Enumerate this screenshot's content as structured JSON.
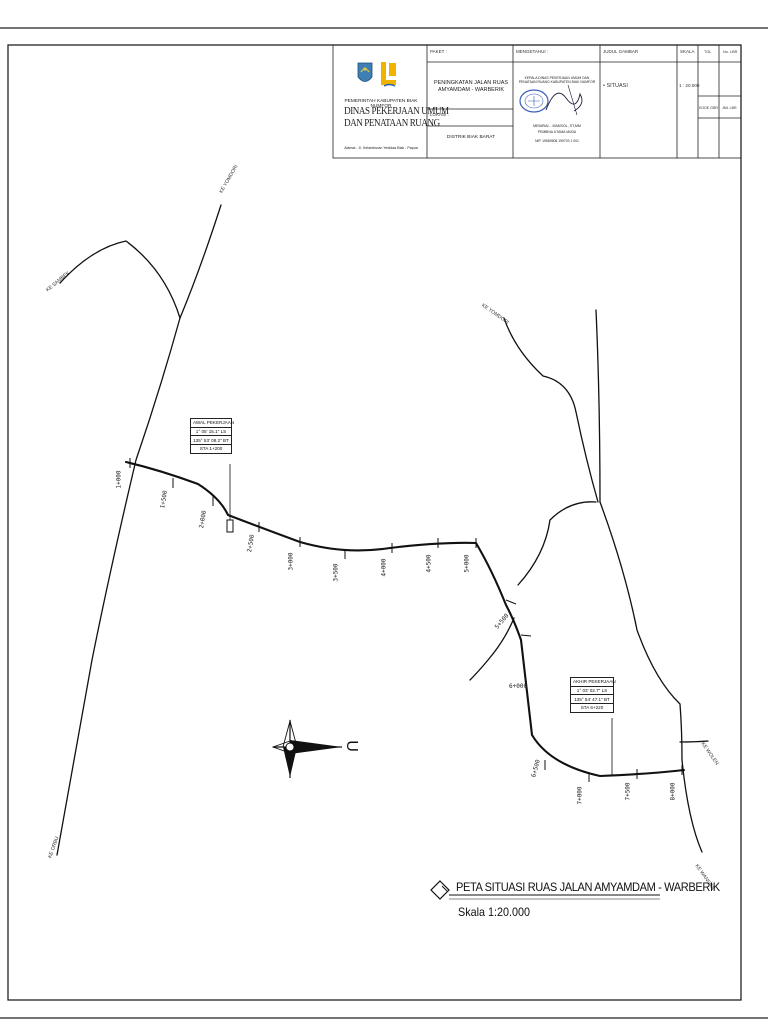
{
  "title_block": {
    "agency_line": "PEMERINTAH KABUPATEN BIAK NUMFOR",
    "department_line1": "DINAS PEKERJAAN UMUM",
    "department_line2": "DAN PENATAAN RUANG",
    "address": "Alamat : Jl. Kelamburan Yedidaa Biak - Papua",
    "paket_label": "PAKET :",
    "paket_value": "PENINGKATAN JALAN RUAS AMYAMDAM - WARBERIK",
    "lokasi_label": "LOKASI :",
    "lokasi_value": "DISTRIK BIAK BARAT",
    "mengetahui_label": "MENGETAHUI :",
    "mengetahui_text": "KEPALA DINAS PEKERJAAN UMUM DAN PENATAAN RUANG KABUPATEN BIAK NUMFOR",
    "signatory_name": "MEIMRAI... MANSOL, ST,MM",
    "signatory_rank": "PEMBINA UTAMA MUDA",
    "signatory_nip": "NIP. 19680508 199703 1 001",
    "judul_label": "JUDUL GAMBAR",
    "judul_value": "• SITUASI",
    "skala_label": "SKALA",
    "skala_value": "1 : 20.000",
    "tgl_label": "TGL",
    "no_lbr_label": "No. LBR",
    "kode_gbr_label": "KODE GBR",
    "jml_lbr_label": "JML LBR"
  },
  "annotations": {
    "awal": {
      "title": "AWAL PEKERJAAN",
      "lat": "1° 05' 15.1\" LS",
      "lon": "135° 53' 08.2\" BT",
      "sta": "STA 1+200"
    },
    "akhir": {
      "title": "AKHIR PEKERJAAN",
      "lat": "1° 03' 02.7\" LS",
      "lon": "135° 54' 47.1\" BT",
      "sta": "STA 6+220"
    }
  },
  "road_labels": {
    "ke_yomdori_top": "KE YOMDORI",
    "ke_sambek": "KE SAMBEK",
    "ke_yomdori_right": "KE YOMDORI",
    "ke_wolen": "KE WOLEN",
    "ke_wansra": "KE WANSRA",
    "ke_orbu": "KE ORBU"
  },
  "stations": [
    "1+000",
    "1+500",
    "2+000",
    "2+500",
    "3+000",
    "3+500",
    "4+000",
    "4+500",
    "5+000",
    "5+500",
    "6+000",
    "6+500",
    "7+000",
    "7+500",
    "8+000"
  ],
  "north_arrow_letter": "U",
  "map_title": "PETA SITUASI RUAS JALAN AMYAMDAM - WARBERIK",
  "map_scale": "Skala 1:20.000"
}
